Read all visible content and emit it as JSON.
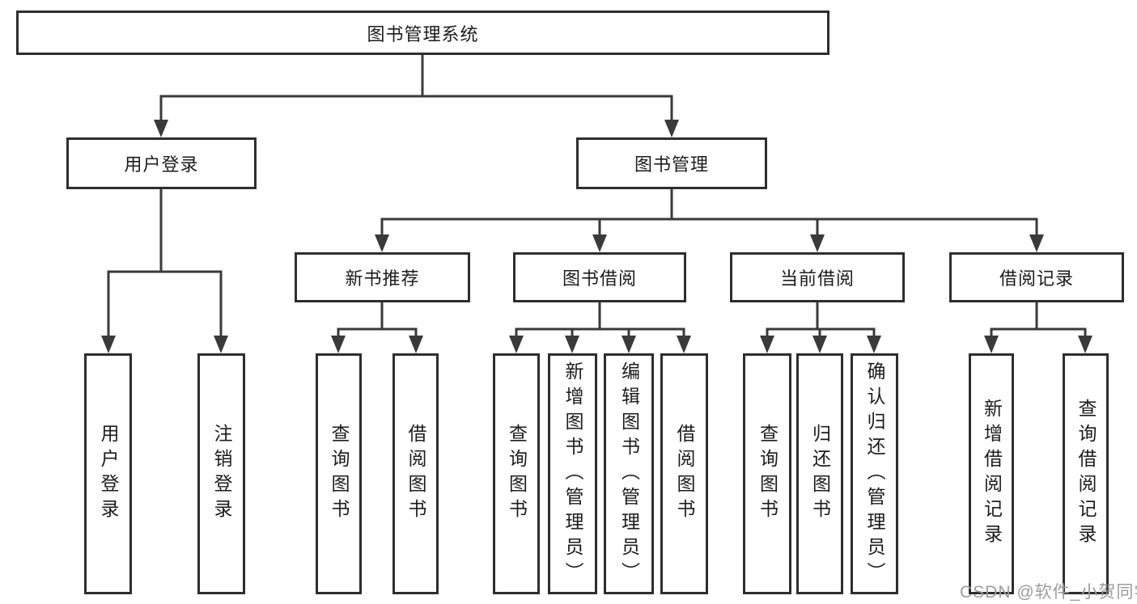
{
  "nodes": {
    "root": "图书管理系统",
    "user_login": "用户登录",
    "book_mgmt": "图书管理",
    "new_book_rec": "新书推荐",
    "book_borrow": "图书借阅",
    "current_borrow": "当前借阅",
    "borrow_records": "借阅记录",
    "leaf_user_login": "用户登录",
    "leaf_logout": "注销登录",
    "leaf_query_books_a": "查询图书",
    "leaf_borrow_books_a": "借阅图书",
    "leaf_query_books_b": "查询图书",
    "leaf_add_book_admin": "新增图书（管理员）",
    "leaf_edit_book_admin": "编辑图书（管理员）",
    "leaf_borrow_books_b": "借阅图书",
    "leaf_query_books_c": "查询图书",
    "leaf_return_book": "归还图书",
    "leaf_confirm_return_admin": "确认归还（管理员）",
    "leaf_add_borrow_record": "新增借阅记录",
    "leaf_query_borrow_record": "查询借阅记录"
  },
  "watermark": "CSDN @软件_小贺同学",
  "colors": {
    "line": "#3a3a3a",
    "box_border": "#2e2e2e",
    "box_fill": "#ffffff",
    "text": "#1c1c1c",
    "watermark": "#9c9c9c"
  }
}
